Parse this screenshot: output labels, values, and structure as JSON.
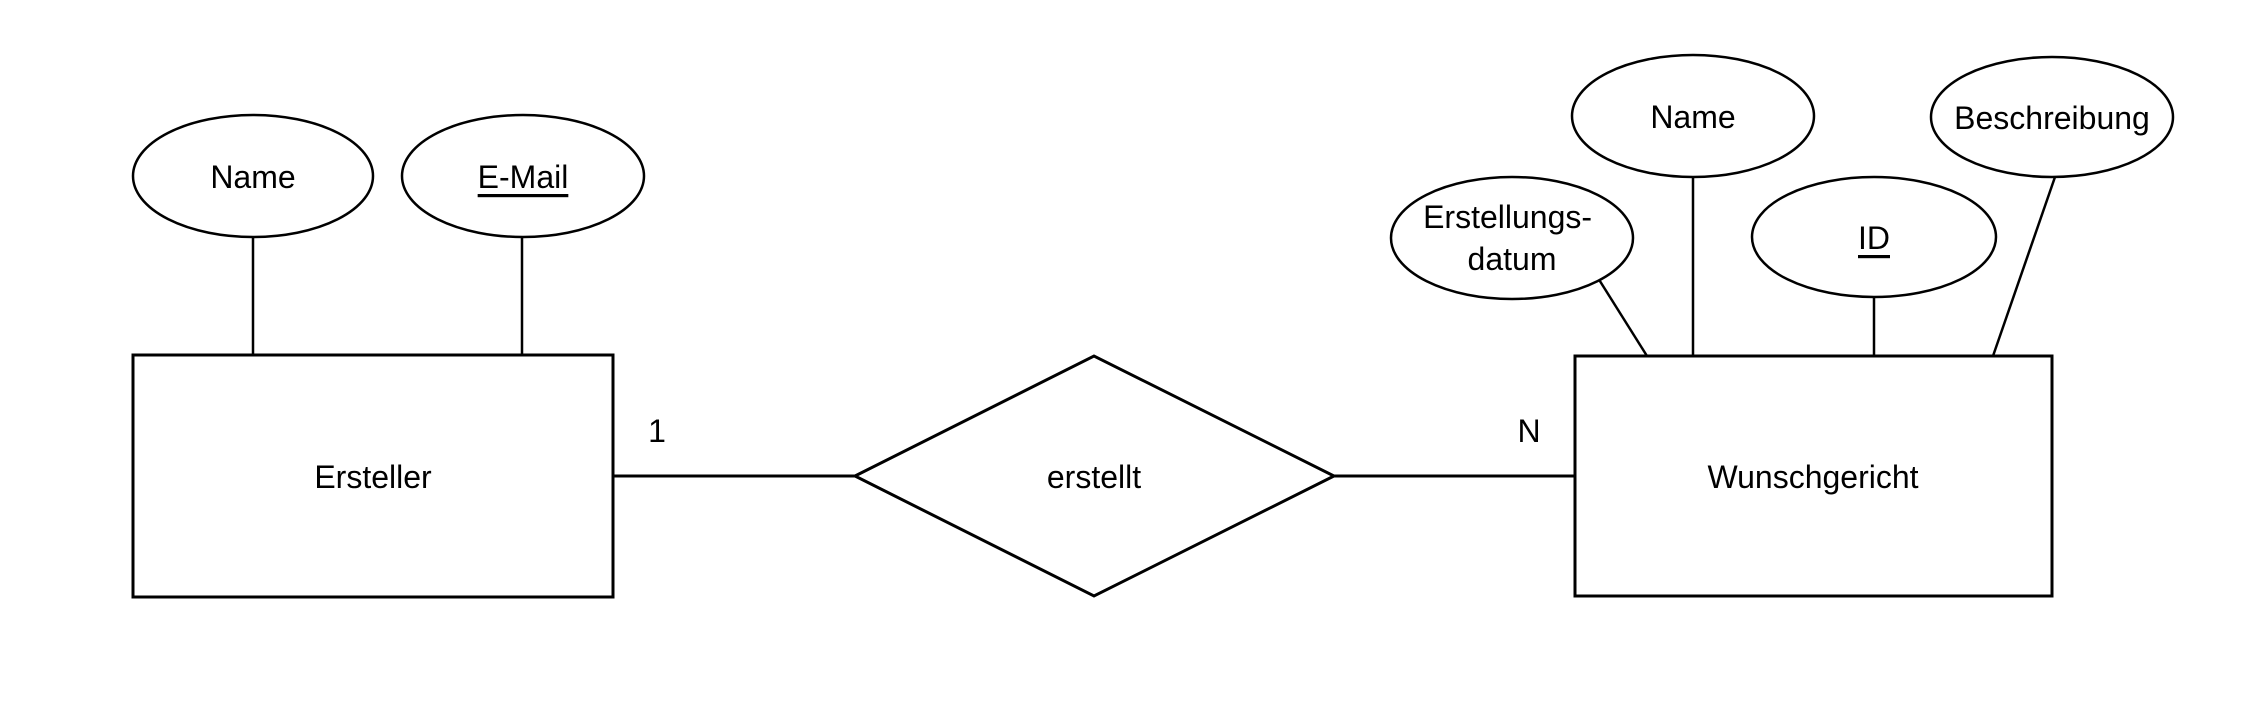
{
  "er": {
    "colors": {
      "stroke": "#000000",
      "shape_fill": "#ffffff",
      "background": "#ffffff"
    },
    "entities": {
      "ersteller": {
        "label": "Ersteller"
      },
      "wunschgericht": {
        "label": "Wunschgericht"
      }
    },
    "relationship": {
      "label": "erstellt",
      "cardinality_left": "1",
      "cardinality_right": "N"
    },
    "attributes": {
      "ersteller_name": {
        "label": "Name",
        "is_key": false
      },
      "ersteller_email": {
        "label": "E-Mail",
        "is_key": true
      },
      "wunschgericht_erstellungsdatum": {
        "label_line1": "Erstellungs-",
        "label_line2": "datum",
        "is_key": false
      },
      "wunschgericht_name": {
        "label": "Name",
        "is_key": false
      },
      "wunschgericht_id": {
        "label": "ID",
        "is_key": true
      },
      "wunschgericht_beschreibung": {
        "label": "Beschreibung",
        "is_key": false
      }
    }
  }
}
